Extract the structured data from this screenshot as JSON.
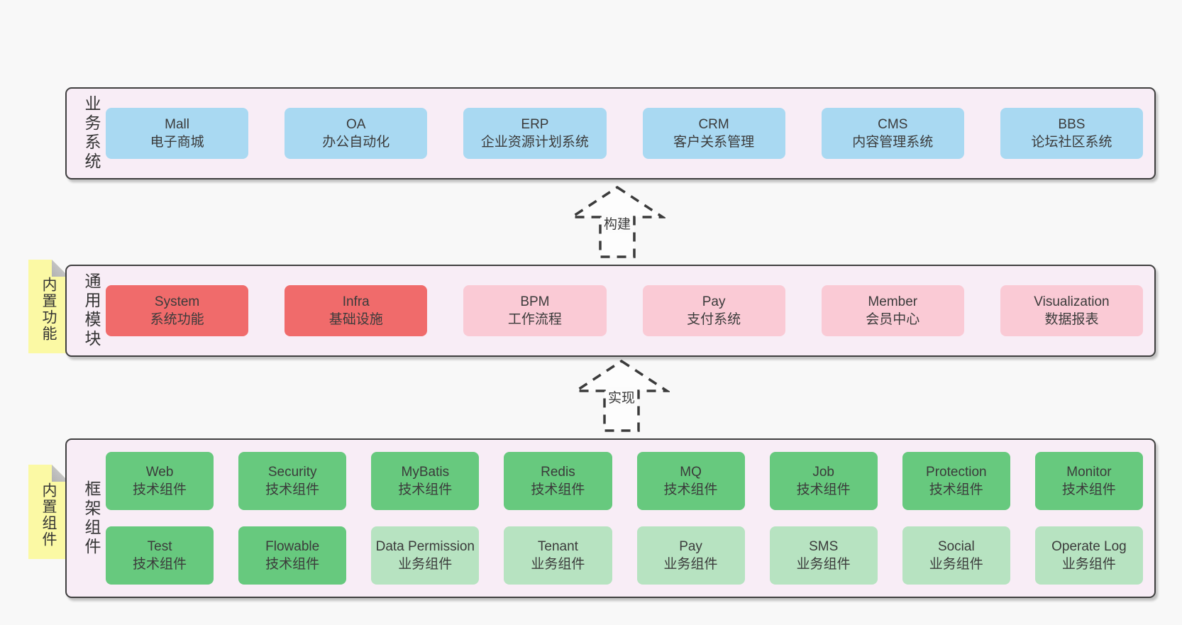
{
  "colors": {
    "page-bg": "#f8f8f8",
    "panel-bg": "#f8edf6",
    "panel-border": "#3f3f3f",
    "blue": "#a9d9f2",
    "red": "#f06b6b",
    "pink": "#facad5",
    "green": "#67c97e",
    "lightgreen": "#b7e3c1",
    "yellow": "#fbf9a4",
    "fold": "#c3c3c3",
    "text": "#3b3b3b"
  },
  "sections": {
    "business": {
      "label": "业务系统",
      "items": [
        {
          "name": "Mall",
          "desc": "电子商城",
          "color": "blue"
        },
        {
          "name": "OA",
          "desc": "办公自动化",
          "color": "blue"
        },
        {
          "name": "ERP",
          "desc": "企业资源计划系统",
          "color": "blue"
        },
        {
          "name": "CRM",
          "desc": "客户关系管理",
          "color": "blue"
        },
        {
          "name": "CMS",
          "desc": "内容管理系统",
          "color": "blue"
        },
        {
          "name": "BBS",
          "desc": "论坛社区系统",
          "color": "blue"
        }
      ]
    },
    "modules": {
      "label": "通用模块",
      "tag": "内置功能",
      "items": [
        {
          "name": "System",
          "desc": "系统功能",
          "color": "red"
        },
        {
          "name": "Infra",
          "desc": "基础设施",
          "color": "red"
        },
        {
          "name": "BPM",
          "desc": "工作流程",
          "color": "pink"
        },
        {
          "name": "Pay",
          "desc": "支付系统",
          "color": "pink"
        },
        {
          "name": "Member",
          "desc": "会员中心",
          "color": "pink"
        },
        {
          "name": "Visualization",
          "desc": "数据报表",
          "color": "pink"
        }
      ]
    },
    "components": {
      "label": "框架组件",
      "tag": "内置组件",
      "row1": [
        {
          "name": "Web",
          "desc": "技术组件",
          "color": "green"
        },
        {
          "name": "Security",
          "desc": "技术组件",
          "color": "green"
        },
        {
          "name": "MyBatis",
          "desc": "技术组件",
          "color": "green"
        },
        {
          "name": "Redis",
          "desc": "技术组件",
          "color": "green"
        },
        {
          "name": "MQ",
          "desc": "技术组件",
          "color": "green"
        },
        {
          "name": "Job",
          "desc": "技术组件",
          "color": "green"
        },
        {
          "name": "Protection",
          "desc": "技术组件",
          "color": "green"
        },
        {
          "name": "Monitor",
          "desc": "技术组件",
          "color": "green"
        }
      ],
      "row2": [
        {
          "name": "Test",
          "desc": "技术组件",
          "color": "green"
        },
        {
          "name": "Flowable",
          "desc": "技术组件",
          "color": "green"
        },
        {
          "name": "Data Permission",
          "desc": "业务组件",
          "color": "lightgreen"
        },
        {
          "name": "Tenant",
          "desc": "业务组件",
          "color": "lightgreen"
        },
        {
          "name": "Pay",
          "desc": "业务组件",
          "color": "lightgreen"
        },
        {
          "name": "SMS",
          "desc": "业务组件",
          "color": "lightgreen"
        },
        {
          "name": "Social",
          "desc": "业务组件",
          "color": "lightgreen"
        },
        {
          "name": "Operate Log",
          "desc": "业务组件",
          "color": "lightgreen"
        }
      ]
    }
  },
  "arrows": [
    {
      "label": "构建"
    },
    {
      "label": "实现"
    }
  ]
}
